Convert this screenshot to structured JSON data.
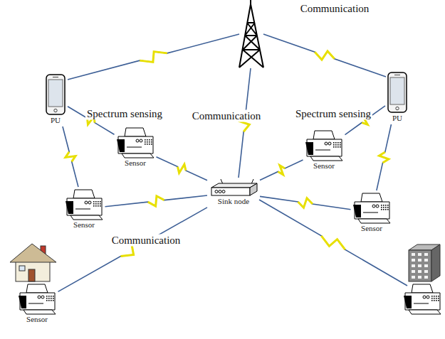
{
  "diagram": {
    "nodes": [
      {
        "text": [
          "PU"
        ]
      },
      {
        "text": [
          "PU"
        ]
      },
      {
        "text": [
          "Sensor"
        ]
      },
      {
        "text": [
          "Sensor"
        ]
      },
      {
        "text": [
          "Sink node"
        ]
      },
      {
        "text": [
          "Sensor"
        ]
      },
      {
        "text": [
          "Sensor"
        ]
      },
      {
        "text": [
          "Sensor"
        ]
      }
    ],
    "edges": [
      {
        "from": 0,
        "to": 2,
        "arrow": "none",
        "label": "Spectrum sensing"
      },
      {
        "from": 0,
        "to": 5,
        "arrow": "none"
      },
      {
        "from": 1,
        "to": 3,
        "arrow": "none",
        "label": "Spectrum sensing"
      },
      {
        "from": 1,
        "to": 6,
        "arrow": "none"
      },
      {
        "from": 2,
        "to": 4,
        "arrow": "none"
      },
      {
        "from": 3,
        "to": 4,
        "arrow": "none"
      },
      {
        "from": 5,
        "to": 4,
        "arrow": "none"
      },
      {
        "from": 6,
        "to": 4,
        "arrow": "none"
      },
      {
        "from": 7,
        "to": 4,
        "arrow": "none",
        "label": "Communication"
      }
    ],
    "labels": [
      "Communication",
      "Communication"
    ]
  }
}
